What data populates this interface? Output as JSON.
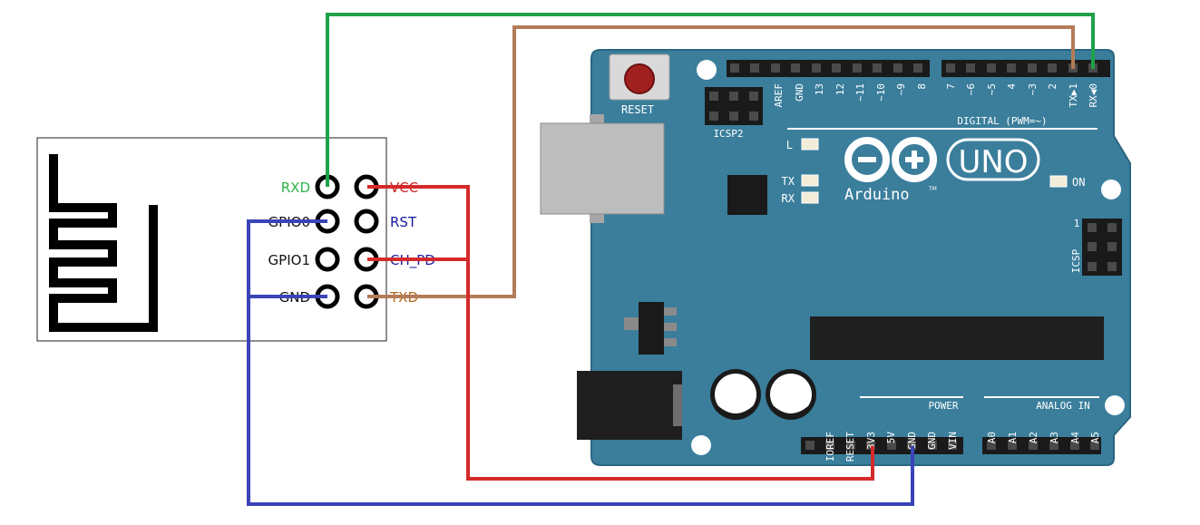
{
  "colors": {
    "board": "#3a7e9c",
    "board_edge": "#2a6580",
    "wire_green": "#1fa24a",
    "wire_brown": "#b37b58",
    "wire_red": "#d42a2a",
    "wire_blue": "#3a44b8",
    "label_green": "#2fb34a",
    "label_red": "#cc2222",
    "label_blue": "#1a1aa0",
    "label_brown": "#b06a1a",
    "label_black": "#111111"
  },
  "esp": {
    "left_pins": [
      "RXD",
      "GPIO0",
      "GPIO1",
      "GND"
    ],
    "right_pins": [
      "VCC",
      "RST",
      "CH_PD",
      "TXD"
    ]
  },
  "arduino": {
    "reset_label": "RESET",
    "icsp2_label": "ICSP2",
    "icsp_label": "ICSP",
    "icsp_pin1": "1",
    "brand": "Arduino",
    "model": "UNO",
    "tm": "TM",
    "led_l": "L",
    "led_tx": "TX",
    "led_rx": "RX",
    "on_label": "ON",
    "digital_label": "DIGITAL (PWM=~)",
    "power_label": "POWER",
    "analog_label": "ANALOG IN",
    "top_left_pins": [
      "AREF",
      "GND",
      "13",
      "12",
      "~11",
      "~10",
      "~9",
      "8"
    ],
    "top_right_pins": [
      "7",
      "~6",
      "~5",
      "4",
      "~3",
      "2",
      "TX▶1",
      "RX◀0"
    ],
    "power_pins": [
      "IOREF",
      "RESET",
      "3V3",
      "5V",
      "GND",
      "GND",
      "VIN"
    ],
    "analog_pins": [
      "A0",
      "A1",
      "A2",
      "A3",
      "A4",
      "A5"
    ]
  }
}
